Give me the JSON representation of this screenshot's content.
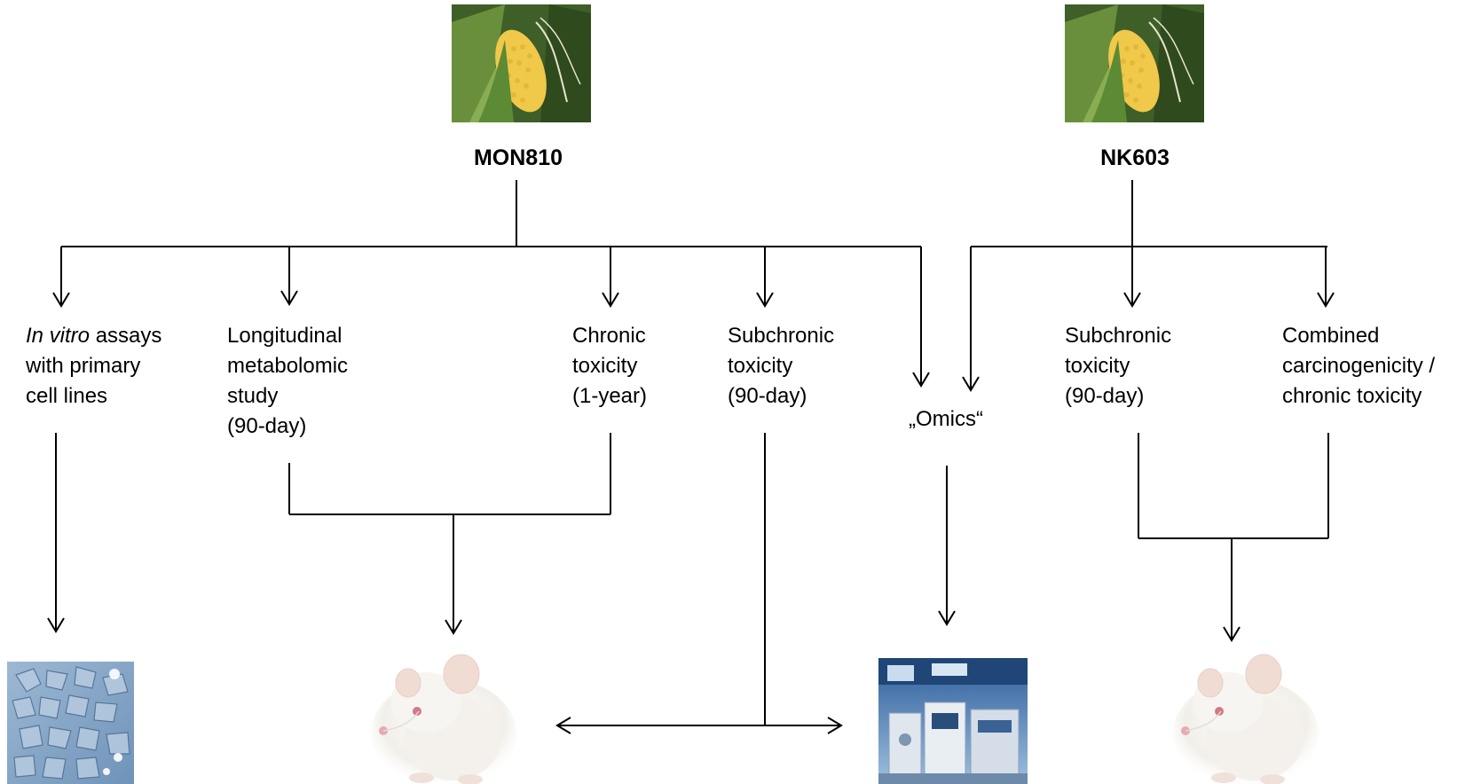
{
  "varieties": {
    "mon810": {
      "name": "MON810",
      "image": "maize-cob-photo"
    },
    "nk603": {
      "name": "NK603",
      "image": "maize-cob-photo"
    }
  },
  "studies": {
    "in_vitro": {
      "italic": "In vitro",
      "rest": " assays",
      "line2": "with primary",
      "line3": "cell lines"
    },
    "longitudinal": {
      "lines": [
        "Longitudinal",
        "metabolomic",
        "study",
        "(90-day)"
      ]
    },
    "chronic_mon810": {
      "lines": [
        "Chronic",
        "toxicity",
        "(1-year)"
      ]
    },
    "subchronic_mon810": {
      "lines": [
        "Subchronic",
        "toxicity",
        "(90-day)"
      ]
    },
    "omics": {
      "label": "„Omics“"
    },
    "subchronic_nk603": {
      "lines": [
        "Subchronic",
        "toxicity",
        "(90-day)"
      ]
    },
    "combined_nk603": {
      "lines": [
        "Combined",
        "carcinogenicity /",
        "chronic toxicity"
      ]
    }
  },
  "outcomes": {
    "cell_culture": {
      "image": "cell-culture-micrograph"
    },
    "rat_mon810": {
      "image": "white-rat-photo"
    },
    "lab_equipment": {
      "image": "laboratory-instrument-photo"
    },
    "rat_nk603": {
      "image": "white-rat-photo"
    }
  },
  "colors": {
    "line": "#000000",
    "maize_leaf": "#4f7a2e",
    "kernel": "#f0c84a",
    "lab_blue": "#4a7bb0",
    "cell_blue": "#8aa9c9"
  }
}
